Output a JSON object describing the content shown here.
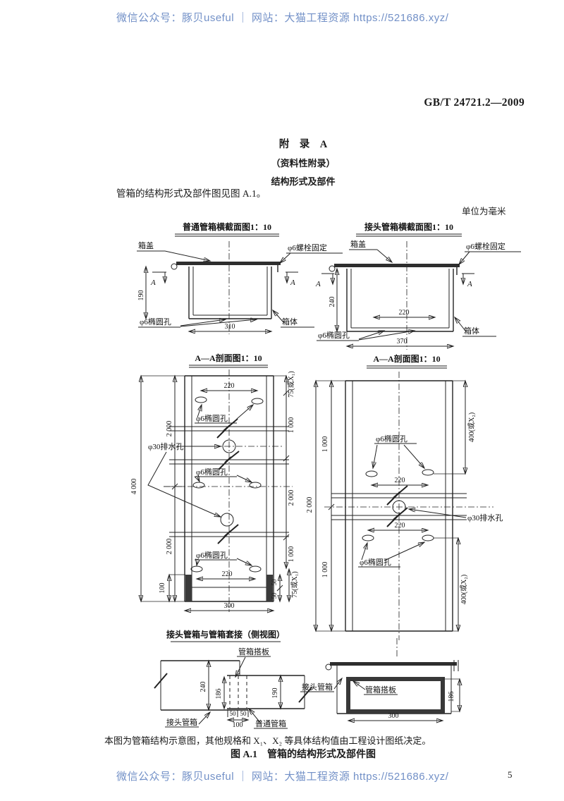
{
  "watermark": {
    "text": "微信公众号：豚贝useful ｜ 网站：大猫工程资源 https://521686.xyz/"
  },
  "header": {
    "standard_no": "GB/T 24721.2—2009"
  },
  "appendix": {
    "title": "附　录　A",
    "subtitle": "（资料性附录）",
    "section_title": "结构形式及部件",
    "intro": "管箱的结构形式及部件图见图 A.1。",
    "unit": "单位为毫米"
  },
  "titles": {
    "cs_normal": "普通管箱横截面图1：10",
    "cs_joint": "接头管箱横截面图1：10",
    "section_aa": "A—A剖面图1：10",
    "side_view": "接头管箱与管箱套接（侧视图）"
  },
  "labels": {
    "box_lid": "箱盖",
    "box_body": "箱体",
    "bolt_fix": "φ6螺栓固定",
    "oval_hole": "φ6椭圆孔",
    "drain_hole": "φ30排水孔",
    "lap_plate": "管箱搭板",
    "joint_box": "接头管箱",
    "normal_box": "普通管箱"
  },
  "dims": {
    "d50": "50",
    "d75x1": "75(或X₁)",
    "d100": "100",
    "d186": "186",
    "d190": "190",
    "d220": "220",
    "d240": "240",
    "d300": "300",
    "d310": "310",
    "d370": "370",
    "d400x2": "400(或X₂)",
    "d1000": "1 000",
    "d2000": "2 000",
    "d4000": "4 000"
  },
  "marks": {
    "section_letter": "A"
  },
  "figure": {
    "note": "本图为管箱结构示意图，其他规格和 X₁、X₂ 等具体结构值由工程设计图纸决定。",
    "caption": "图 A.1　管箱的结构形式及部件图"
  },
  "footer": {
    "page_number": "5"
  }
}
